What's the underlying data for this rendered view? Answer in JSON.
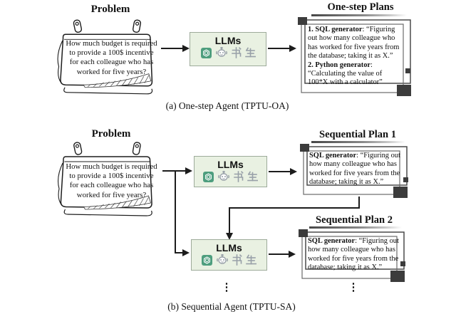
{
  "colors": {
    "background": "#ffffff",
    "line": "#1c1c1c",
    "frame_stroke": "#4a4a4a",
    "frame_square": "#3c3c3c",
    "llm_box_bg": "#e9f1e2",
    "llm_box_border": "#9dab9a",
    "openai_green": "#4e9e7e",
    "logo_gray": "#98a0a8",
    "sketch_ink": "#1d1d1d"
  },
  "section_a": {
    "problem": {
      "title": "Problem",
      "lines": [
        "How much budget is required",
        "to provide a 100$ incentive",
        "for each colleague who has",
        "worked for five years?"
      ]
    },
    "llm": {
      "label": "LLMs",
      "logo_openai": "OpenAI",
      "logo_cjk": "书生"
    },
    "plans": {
      "title": "One-step Plans",
      "items": [
        {
          "label": "1. SQL generator",
          "text": ": “Figuring out how many colleague who has worked for five years from the database; taking it as X.”"
        },
        {
          "label": "2. Python generator",
          "text": ": “Calculating the value of 100*X with a calculator”"
        }
      ]
    },
    "caption": "(a) One-step Agent (TPTU-OA)"
  },
  "section_b": {
    "problem": {
      "title": "Problem",
      "lines": [
        "How much budget is required",
        "to provide a 100$ incentive",
        "for each colleague who has",
        "worked for five years?"
      ]
    },
    "llm1": {
      "label": "LLMs",
      "logo_openai": "OpenAI",
      "logo_cjk": "书生"
    },
    "llm2": {
      "label": "LLMs",
      "logo_openai": "OpenAI",
      "logo_cjk": "书生"
    },
    "plan1": {
      "title": "Sequential Plan 1",
      "items": [
        {
          "label": "SQL generator",
          "text": ": “Figuring out how many colleague who has worked for five years from the database; taking it as X.”"
        }
      ]
    },
    "plan2": {
      "title": "Sequential Plan 2",
      "items": [
        {
          "label": "SQL generator",
          "text": ": “Figuring out how many colleague who has worked for five years from the database; taking it as X.”"
        }
      ]
    },
    "ellipsis": "⋮",
    "caption": "(b) Sequential Agent (TPTU-SA)"
  }
}
